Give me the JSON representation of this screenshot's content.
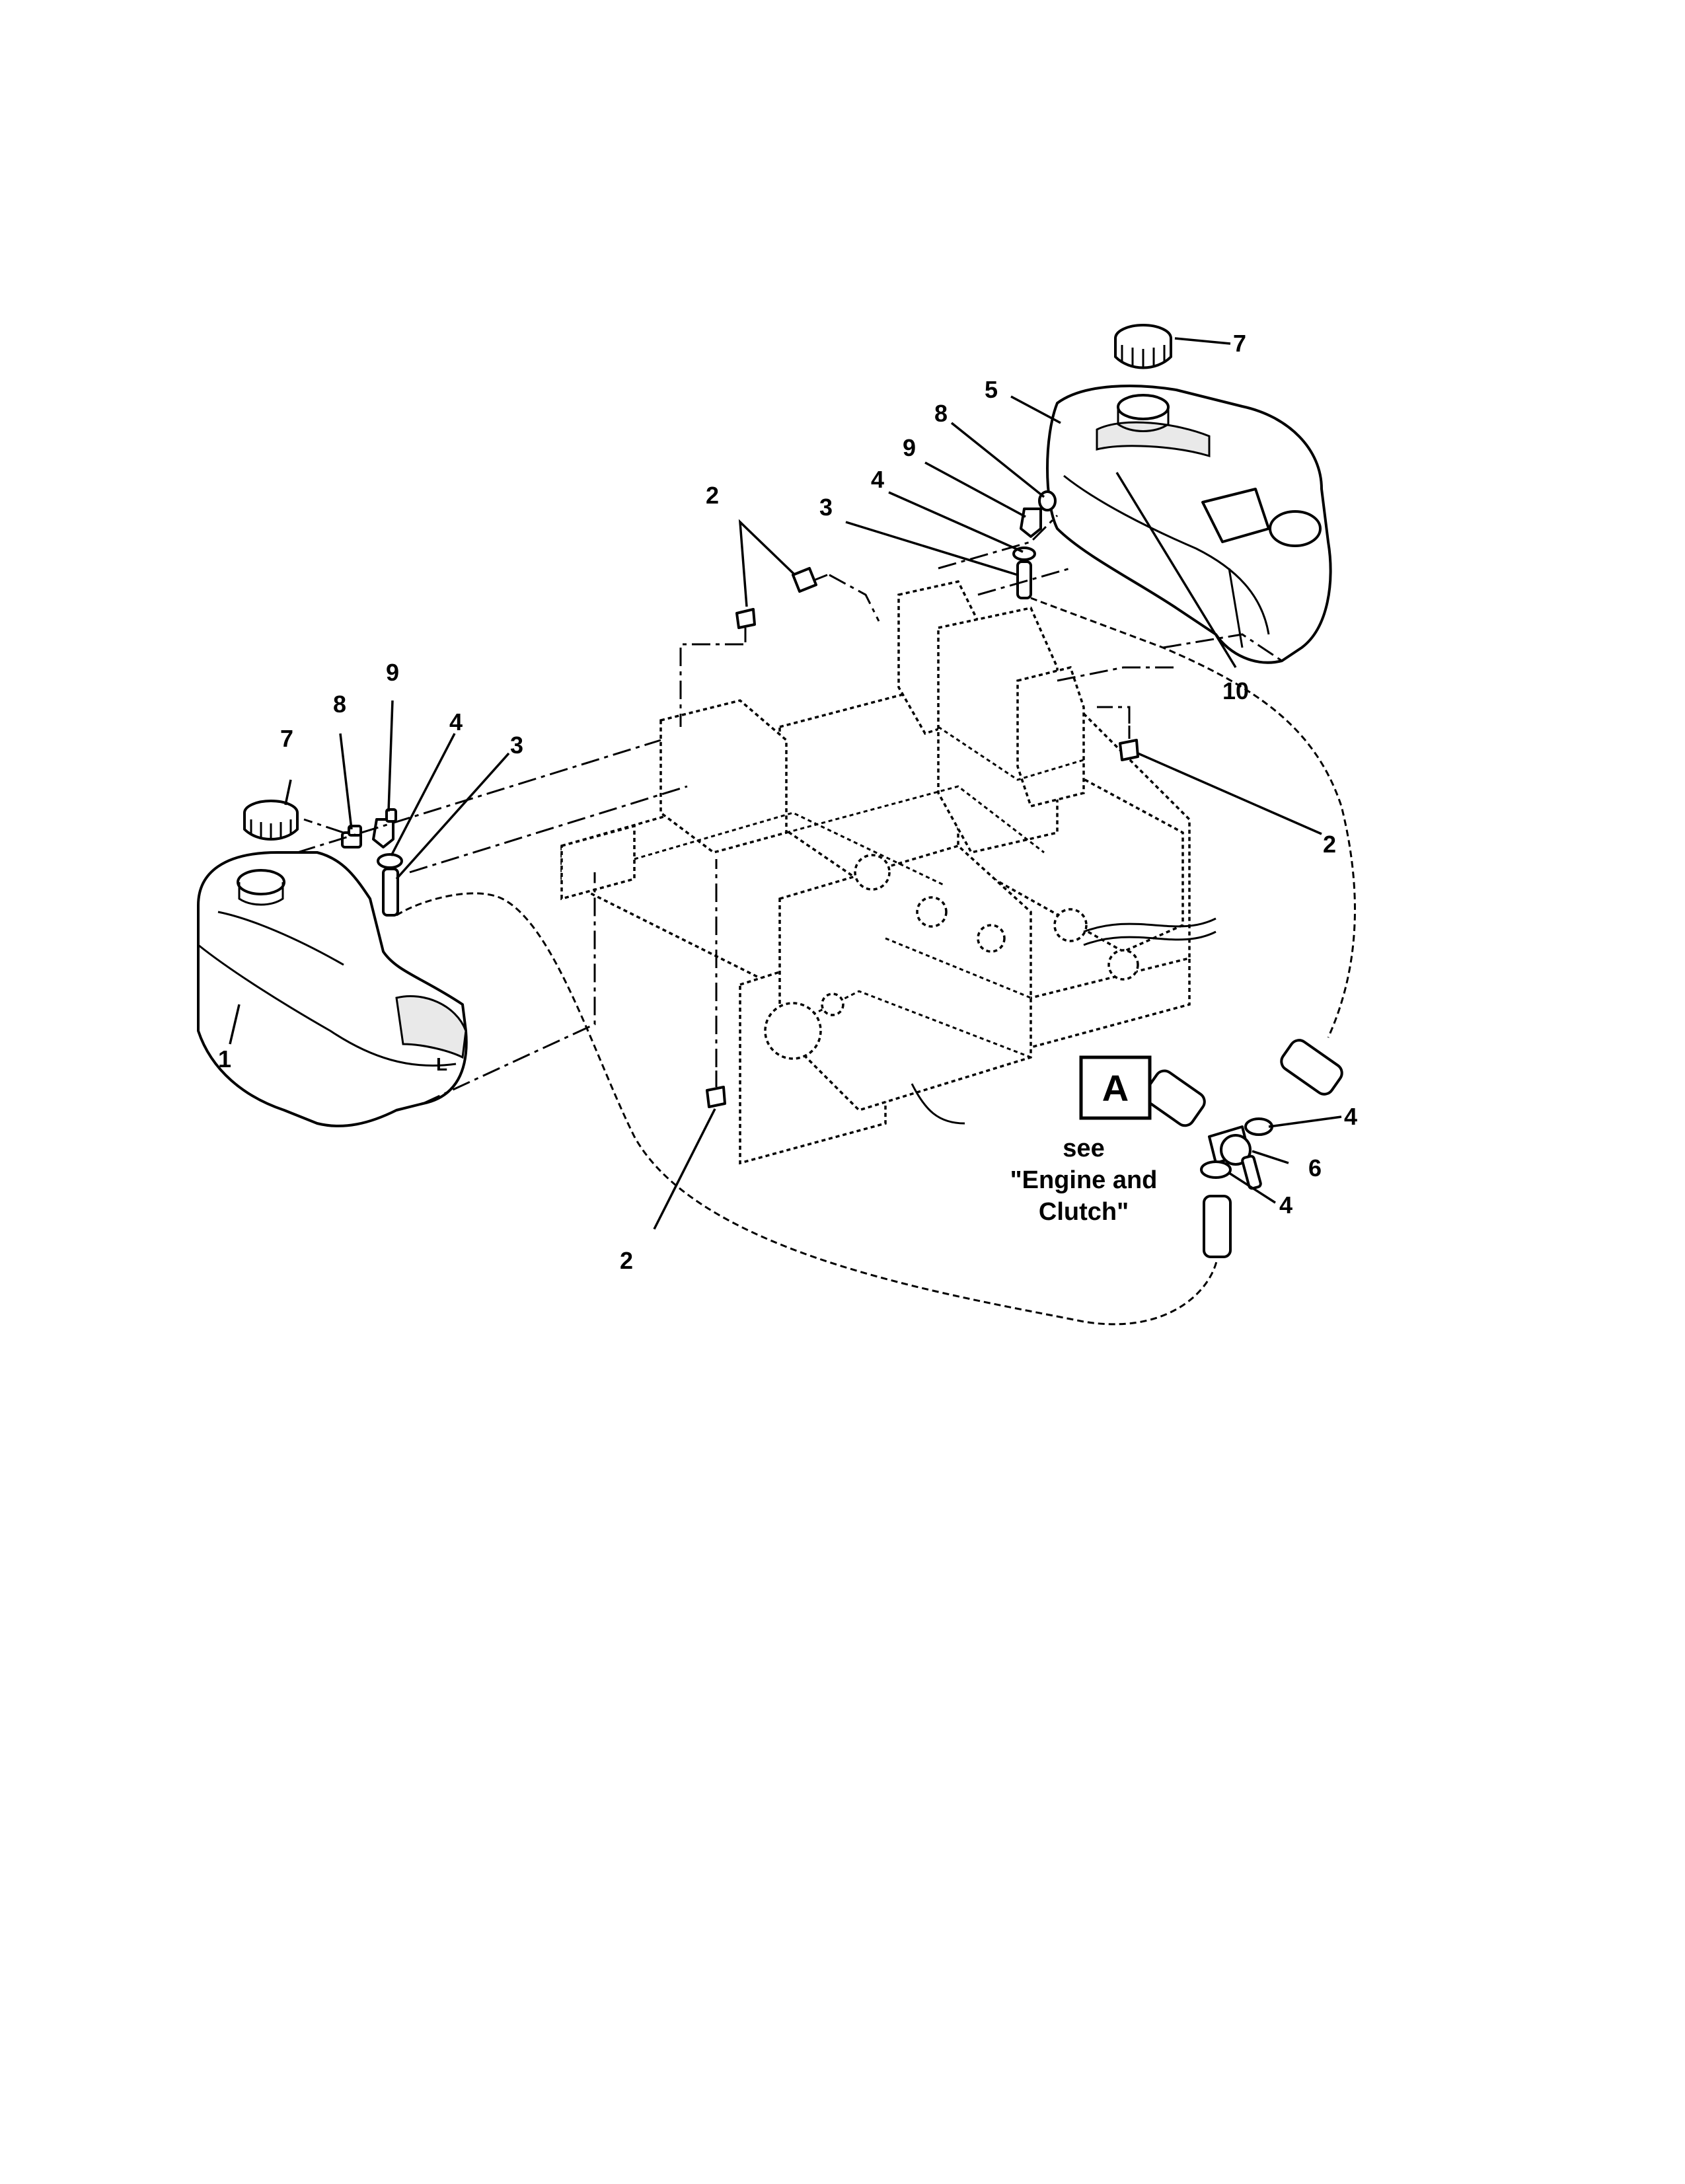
{
  "callouts": {
    "tank_left": "1",
    "screw_top_a": "2",
    "screw_right": "2",
    "screw_bottom": "2",
    "hose_top_right": "3",
    "hose_left": "3",
    "clamp_top_right": "4",
    "clamp_left": "4",
    "clamp_valve_upper": "4",
    "clamp_valve_lower": "4",
    "tank_right": "5",
    "valve": "6",
    "cap_right": "7",
    "cap_left": "7",
    "fitting_top_right": "8",
    "fitting_left": "8",
    "elbow_top_right": "9",
    "elbow_left": "9",
    "decal_right": "10"
  },
  "reference": {
    "box_label": "A",
    "note_line1": "see",
    "note_line2": "\"Engine and",
    "note_line3": "Clutch\""
  }
}
